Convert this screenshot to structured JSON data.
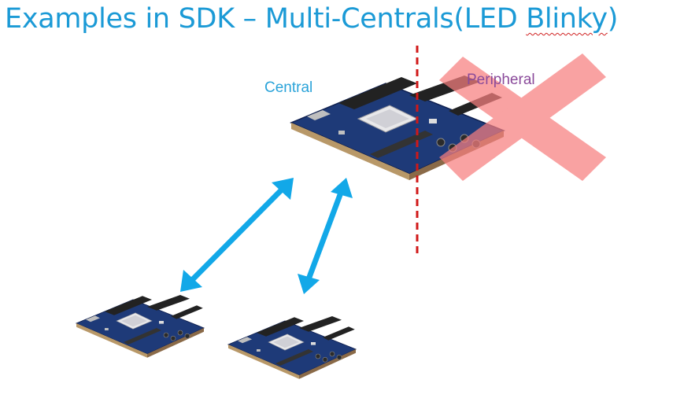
{
  "title": {
    "main": "Examples in SDK – Multi-Centrals(LED ",
    "underlined": "Blinky",
    "tail": ")"
  },
  "labels": {
    "central": "Central",
    "peripheral": "Peripheral"
  },
  "colors": {
    "title": "#1b9ad6",
    "central_label": "#2aa3d9",
    "peripheral_label": "#8a4a9a",
    "arrow": "#12a8e8",
    "divider": "#d01818",
    "cross": "#f77f7f",
    "board_pcb": "#1e3a78",
    "board_edge": "#c8a878"
  },
  "icons": {
    "boards": "dev-board-icon",
    "cross": "x-cross-icon",
    "arrows": "double-arrow-icon"
  }
}
